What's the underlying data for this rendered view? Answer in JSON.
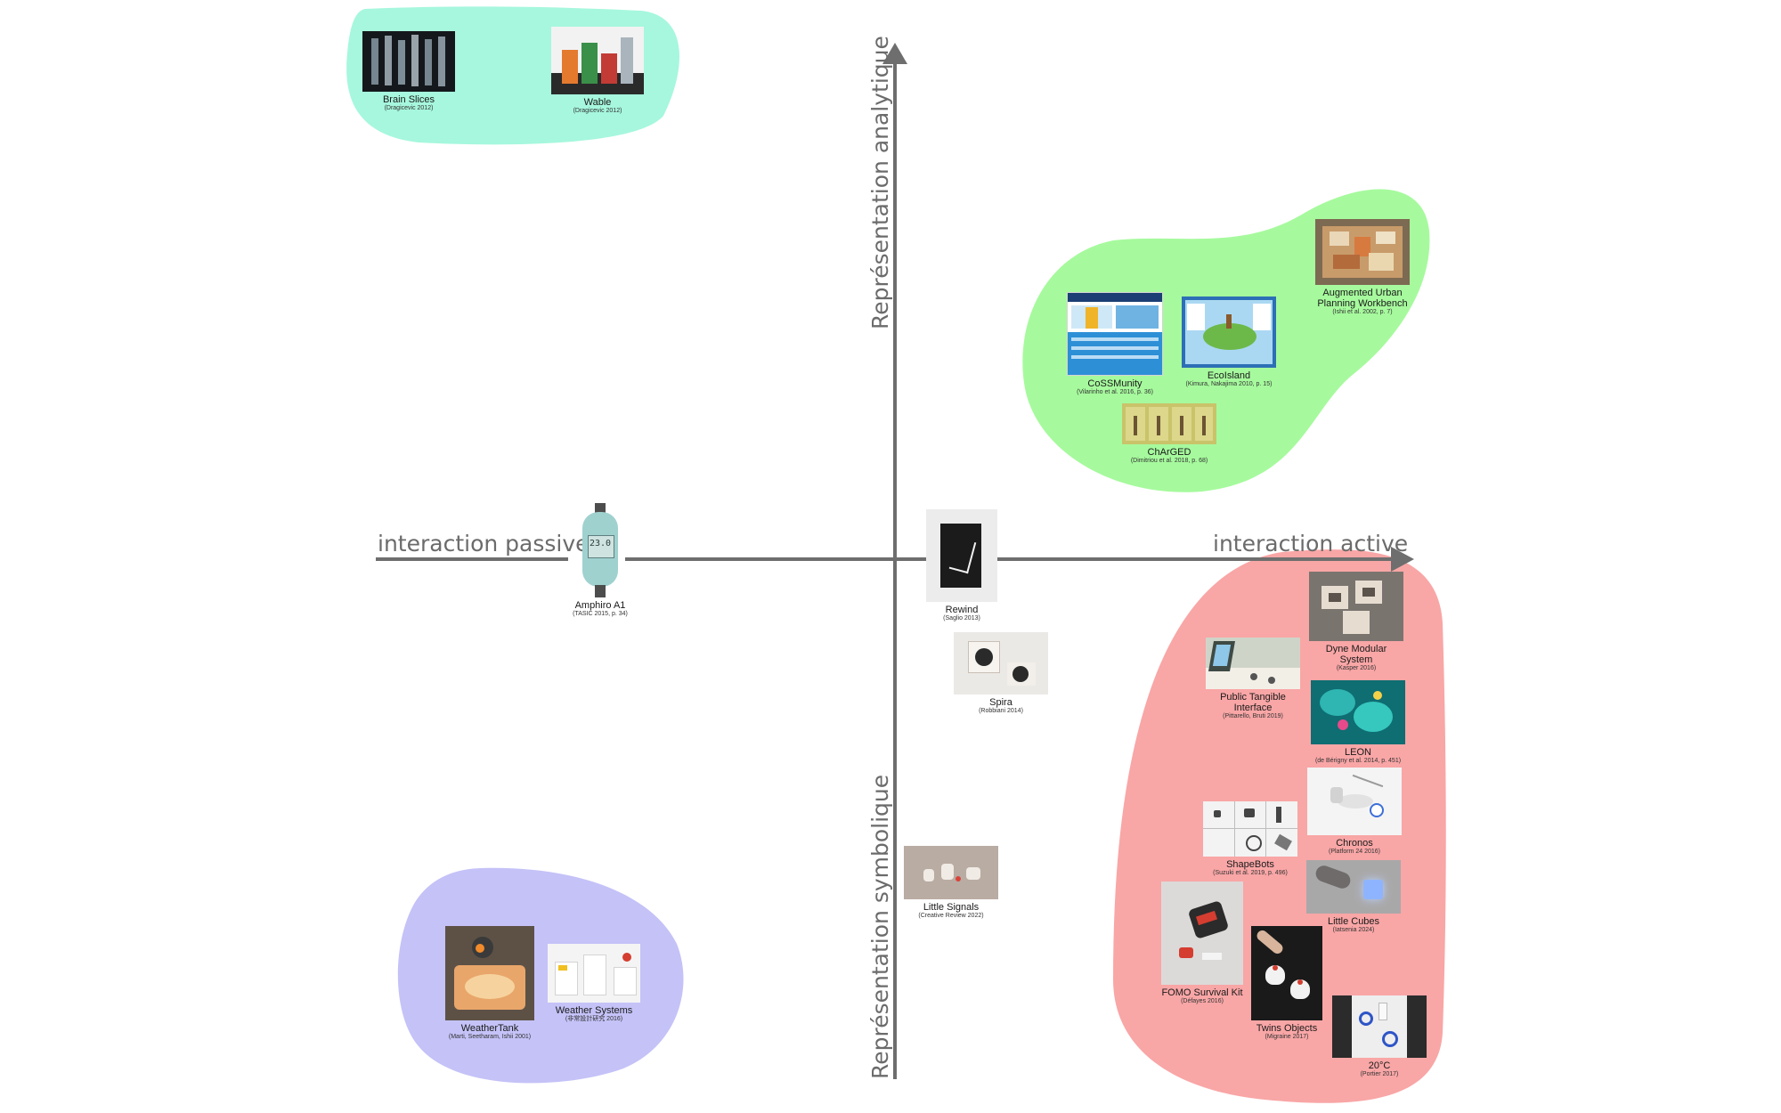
{
  "axes": {
    "left": "interaction passive",
    "right": "interaction active",
    "top": "Représentation analytique",
    "bottom": "Représentation symbolique"
  },
  "colors": {
    "axis": "#6e6e6e",
    "cluster_teal": "#a6f7dd",
    "cluster_green": "#a6fa9d",
    "cluster_red": "#f9a6a6",
    "cluster_purple": "#c4c2f7"
  },
  "items": {
    "brain_slices": {
      "title": "Brain Slices",
      "cite": "(Dragicevic 2012)"
    },
    "wable": {
      "title": "Wable",
      "cite": "(Dragicevic 2012)"
    },
    "augmented_urban": {
      "title": "Augmented Urban\nPlanning Workbench",
      "cite": "(Ishii et al. 2002, p. 7)"
    },
    "cossmunity": {
      "title": "CoSSMunity",
      "cite": "(Vilarinho et al. 2016, p. 36)"
    },
    "ecoisland": {
      "title": "EcoIsland",
      "cite": "(Kimura, Nakajima 2010, p. 15)"
    },
    "charged": {
      "title": "ChArGED",
      "cite": "(Dimitriou et al. 2018, p. 68)"
    },
    "amphiro": {
      "title": "Amphiro A1",
      "cite": "(TASIC 2015, p. 34)",
      "display": "23.0"
    },
    "rewind": {
      "title": "Rewind",
      "cite": "(Saglio 2013)"
    },
    "spira": {
      "title": "Spira",
      "cite": "(Robbiani 2014)"
    },
    "little_signals": {
      "title": "Little Signals",
      "cite": "(Creative Review 2022)"
    },
    "dyne": {
      "title": "Dyne Modular\nSystem",
      "cite": "(Kasper 2016)"
    },
    "public_tangible": {
      "title": "Public Tangible\nInterface",
      "cite": "(Pittarello, Bruti 2019)"
    },
    "leon": {
      "title": "LEON",
      "cite": "(de Bérigny et al. 2014, p. 451)"
    },
    "chronos": {
      "title": "Chronos",
      "cite": "(Platform 24 2016)"
    },
    "shapebots": {
      "title": "ShapeBots",
      "cite": "(Suzuki et al. 2019, p. 496)"
    },
    "little_cubes": {
      "title": "Little Cubes",
      "cite": "(Iatsenia 2024)"
    },
    "fomo": {
      "title": "FOMO Survival Kit",
      "cite": "(Défayes 2016)"
    },
    "twins": {
      "title": "Twins Objects",
      "cite": "(Migraine 2017)"
    },
    "twenty_c": {
      "title": "20°C",
      "cite": "(Portier 2017)"
    },
    "weathertank": {
      "title": "WeatherTank",
      "cite": "(Marti, Seetharam, Ishii 2001)"
    },
    "weather_systems": {
      "title": "Weather Systems",
      "cite": "(非常設計研究 2016)"
    }
  }
}
